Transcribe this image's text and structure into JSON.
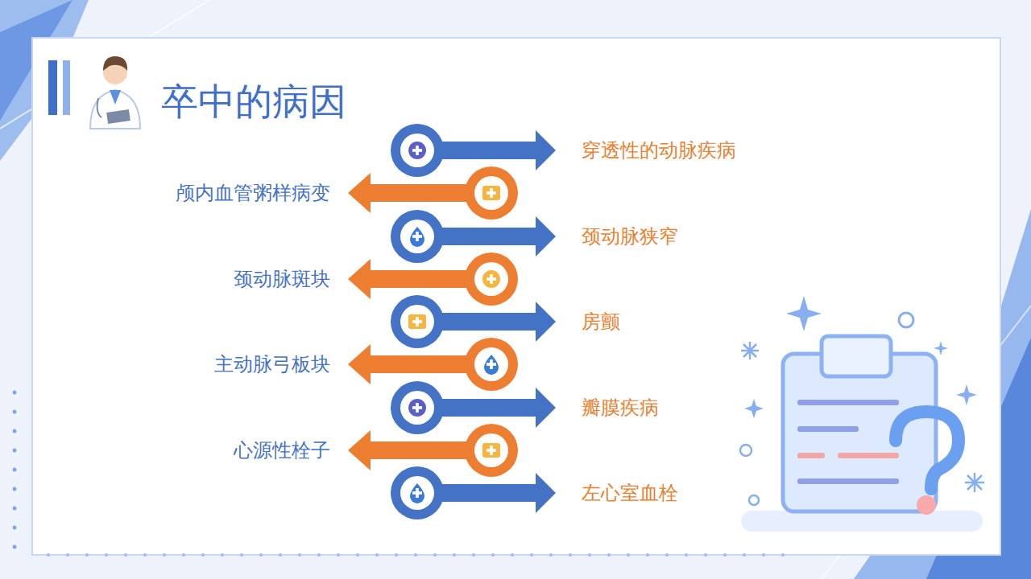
{
  "diagram": {
    "title": "卒中的病因",
    "nodes": [
      {
        "text": [
          "穿透性的动脉疾病"
        ]
      },
      {
        "text": [
          "颅内血管粥样病变"
        ]
      },
      {
        "text": [
          "颈动脉狭窄"
        ]
      },
      {
        "text": [
          "颈动脉斑块"
        ]
      },
      {
        "text": [
          "房颤"
        ]
      },
      {
        "text": [
          "主动脉弓板块"
        ]
      },
      {
        "text": [
          "瓣膜疾病"
        ]
      },
      {
        "text": [
          "心源性栓子"
        ]
      },
      {
        "text": [
          "左心室血栓"
        ]
      }
    ]
  }
}
